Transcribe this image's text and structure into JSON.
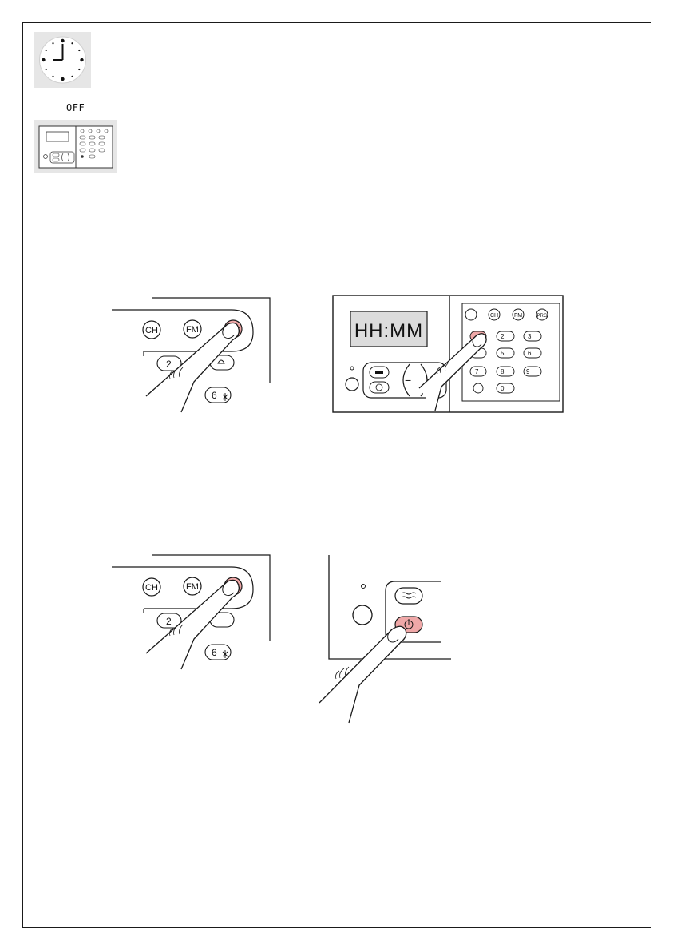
{
  "labels": {
    "off": "OFF"
  },
  "keys": {
    "ch": "CH",
    "fm": "FM",
    "prg": "PRG",
    "k2": "2",
    "k3": "3",
    "k5": "5",
    "k6": "6",
    "k7": "7",
    "k8": "8",
    "k9": "9",
    "k0": "0",
    "minus": "−"
  },
  "display": {
    "text": "HH:MM"
  },
  "colors": {
    "highlight": "#f0a8a8",
    "tile": "#e6e6e6",
    "line": "#1a1a1a"
  }
}
